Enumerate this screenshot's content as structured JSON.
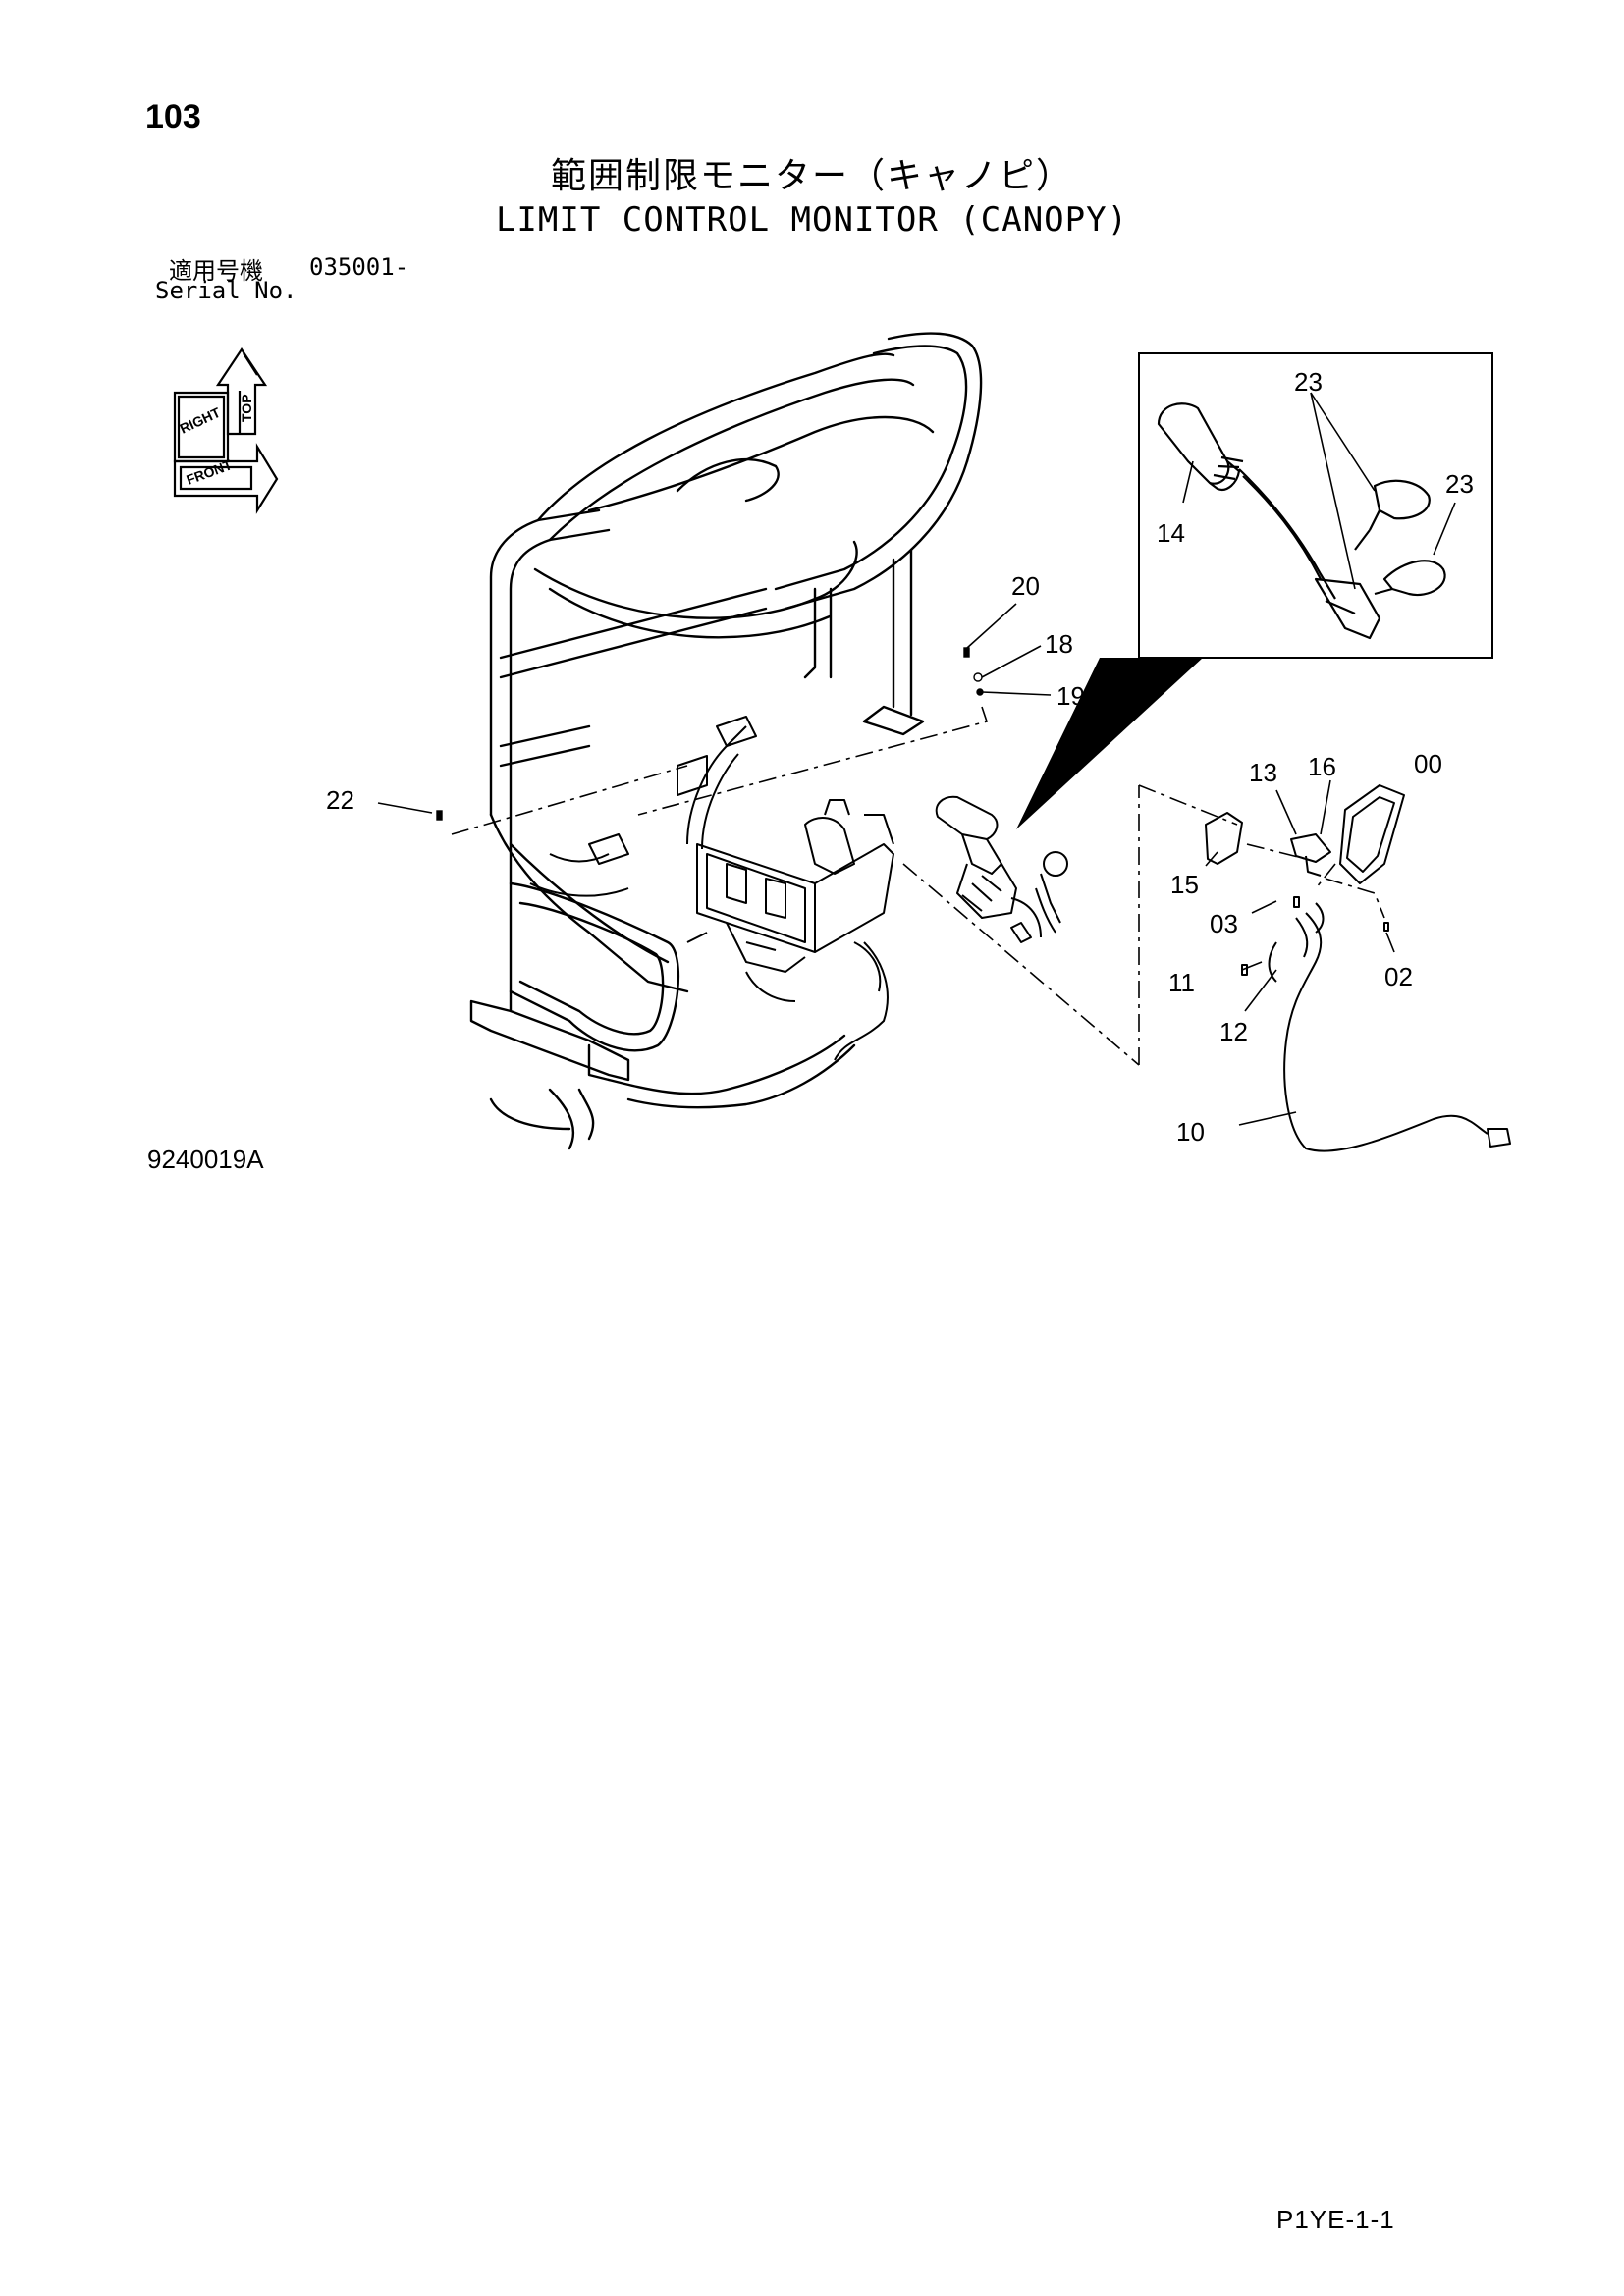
{
  "page_number": "103",
  "title_jp": "範囲制限モニター（キャノピ）",
  "title_en": "LIMIT CONTROL MONITOR (CANOPY)",
  "serial_label_jp": "適用号機",
  "serial_value": "035001-",
  "serial_label_en": "Serial No.",
  "drawing_number": "9240019A",
  "page_code": "P1YE-1-1",
  "orientation_labels": {
    "top": "TOP",
    "right": "RIGHT",
    "front": "FRONT"
  },
  "callouts": {
    "c00": "00",
    "c02": "02",
    "c03": "03",
    "c10": "10",
    "c11": "11",
    "c12": "12",
    "c13": "13",
    "c14": "14",
    "c15": "15",
    "c16": "16",
    "c18": "18",
    "c19": "19",
    "c20": "20",
    "c22": "22",
    "c23a": "23",
    "c23b": "23"
  }
}
